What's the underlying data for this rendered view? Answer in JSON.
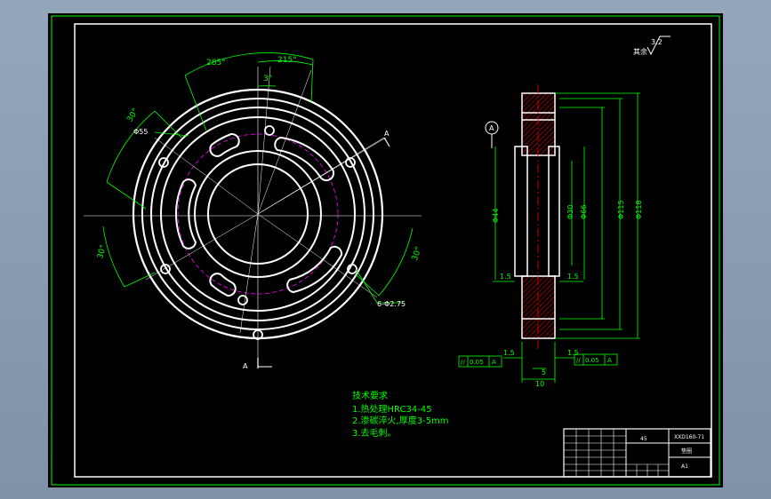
{
  "colors": {
    "background": "#000000",
    "frame": "#00ff00",
    "outline": "#ffffff",
    "dimension": "#00ff00",
    "pitch_circle": "#ff00ff",
    "center_line": "#ff0000",
    "section_hatch": "#ff0000",
    "label_cyan": "#00ffff",
    "notes": "#00ff00"
  },
  "front_view": {
    "angle_labels": {
      "a_285": "285°",
      "a_215": "215°",
      "a_3": "3°",
      "a_30_top": "30°",
      "a_30_left": "30°",
      "a_30_right": "30°"
    },
    "pitch_diameter_label": "Φ55",
    "hole_callout": "6-Φ2.75",
    "section_mark_top": "A",
    "section_mark_bottom": "A"
  },
  "section_view": {
    "datum": "A",
    "diameters": {
      "d_left": "Φ44",
      "d_inner": "Φ30",
      "d_mid": "Φ66",
      "d_outer_1": "Φ115",
      "d_outer_2": "Φ118"
    },
    "dim_upper_left": "1.5",
    "dim_upper_right": "1.5",
    "dim_lower_left": "1.5",
    "dim_lower_right": "1.5",
    "dim_5": "5",
    "dim_10": "10",
    "tolerance_left": {
      "symbol": "//",
      "value": "0.05",
      "datum": "A"
    },
    "tolerance_right": {
      "symbol": "//",
      "value": "0.05",
      "datum": "A"
    }
  },
  "roughness": {
    "value": "3.2",
    "label": "其余"
  },
  "tech_requirements": {
    "title": "技术要求",
    "lines": [
      "1.热处理HRC34-45",
      "2.渗碳淬火,厚度3-5mm",
      "3.去毛刺。"
    ]
  },
  "title_block": {
    "material": "45",
    "drawing_no": "XXD160-71",
    "part_name": "垫圈",
    "scale": "A1"
  }
}
